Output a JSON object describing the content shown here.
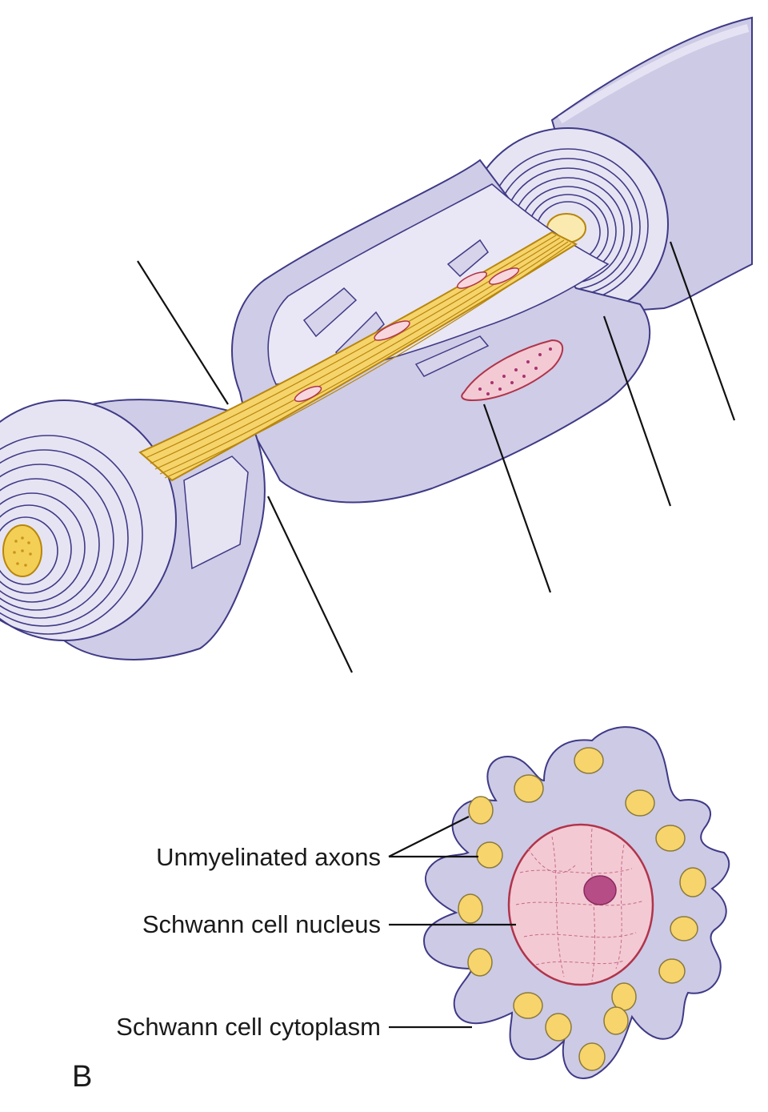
{
  "panel_b": {
    "letter": "B",
    "labels": {
      "axons": "Unmyelinated axons",
      "nucleus": "Schwann cell nucleus",
      "cytoplasm": "Schwann cell cytoplasm"
    }
  },
  "colors": {
    "schwann_fill": "#ccc9e4",
    "schwann_light": "#e4e2f2",
    "schwann_outline": "#3f3a86",
    "axon_fill": "#f6d46c",
    "axon_outline": "#b8860b",
    "nucleus_fill": "#f3c9d4",
    "nucleus_outline": "#b0344a",
    "nucleolus": "#a8336f",
    "leader_line": "#111111"
  }
}
